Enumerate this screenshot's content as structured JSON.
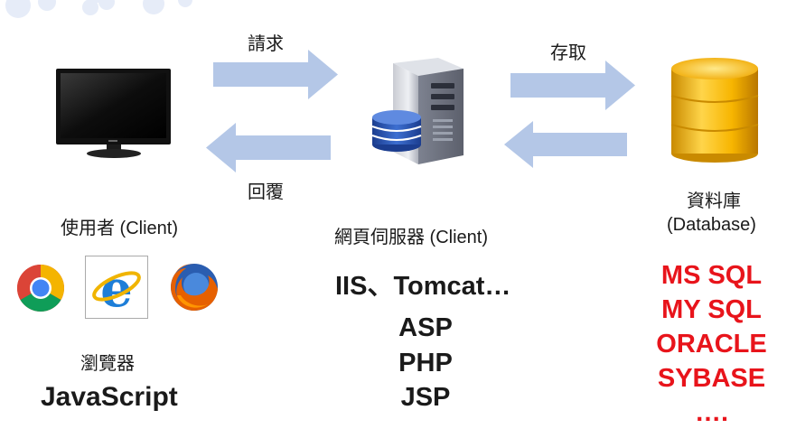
{
  "arrows": {
    "request": "請求",
    "reply": "回覆",
    "access": "存取"
  },
  "client": {
    "title": "使用者 (Client)",
    "browsers": [
      "chrome-icon",
      "internet-explorer-icon",
      "firefox-icon"
    ],
    "browser_label": "瀏覽器",
    "script": "JavaScript"
  },
  "server": {
    "title": "網頁伺服器 (Client)",
    "servers": "IIS、Tomcat…",
    "languages": [
      "ASP",
      "PHP",
      "JSP"
    ]
  },
  "database": {
    "title": "資料庫",
    "subtitle": "(Database)",
    "products": [
      "MS SQL",
      "MY SQL",
      "ORACLE",
      "SYBASE",
      "…."
    ],
    "product_color": "#e8141b"
  },
  "colors": {
    "arrow": "#b4c7e7"
  }
}
